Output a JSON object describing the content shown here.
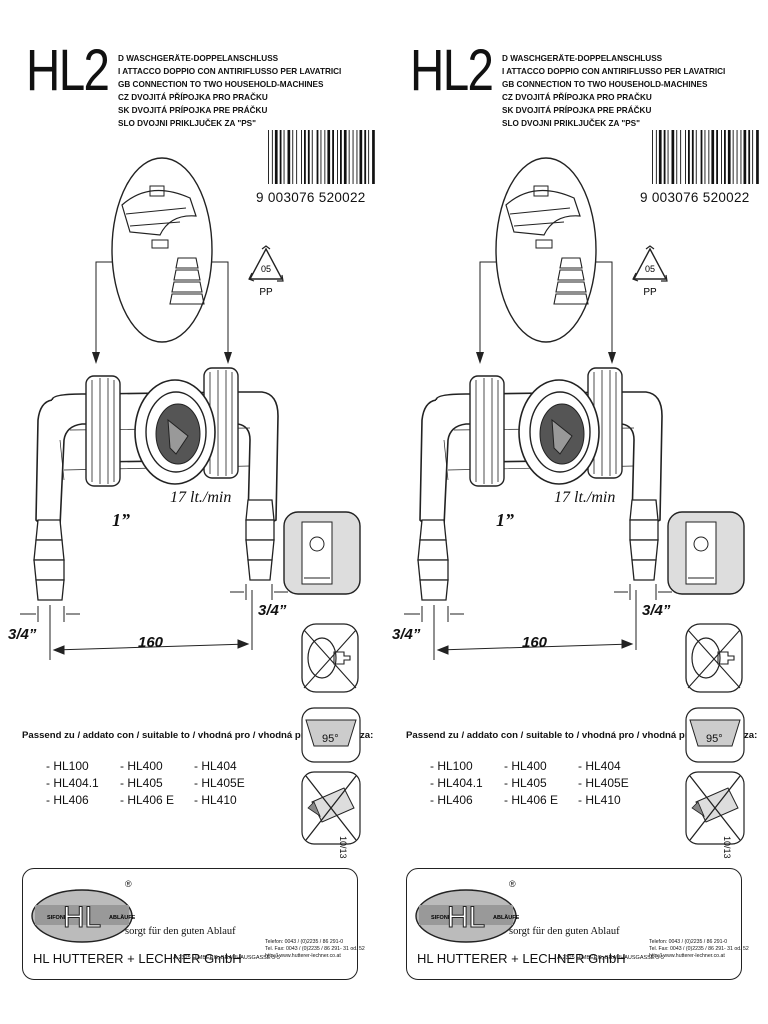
{
  "sheets": [
    {
      "title": "HL2",
      "languages": [
        "D    WASCHGERÄTE-DOPPELANSCHLUSS",
        "I     ATTACCO DOPPIO CON ANTIRIFLUSSO PER LAVATRICI",
        "GB CONNECTION TO TWO HOUSEHOLD-MACHINES",
        "CZ  DVOJITÁ PŘÍPOJKA  PRO PRAČKU",
        "SK  DVOJITÁ PRÍPOJKA PRE PRÁČKU",
        "SLO DVOJNI PRIKLJUČEK ZA \"PS\""
      ],
      "barcode_number": "9  003076  520022",
      "recycle_code": "05",
      "recycle_material": "PP",
      "flow_rate": "17 lt./min",
      "thread_size": "1”",
      "dimension_width": "160",
      "dimension_outlet_left": "3/4”",
      "dimension_outlet_right": "3/4”",
      "angle_label": "95°",
      "fits_heading": "Passend zu / addato con / suitable to / vhodná pro / vhodná pre / ustrezen za:",
      "models": [
        [
          "- HL100",
          "- HL404.1",
          "- HL406"
        ],
        [
          "- HL400",
          "- HL405",
          "- HL406 E"
        ],
        [
          "- HL404",
          "- HL405E",
          "- HL410"
        ]
      ],
      "date_code": "10/13",
      "logo_left": "SIFONE",
      "logo_mid": "HL",
      "logo_right": "ABLÄUFE",
      "registered": "®",
      "slogan": "sorgt für den guten Ablauf",
      "company": "HL HUTTERER + LECHNER GmbH",
      "address": "A-2325 HIMBERG, BRAUHAUSGASSE 3-5",
      "contact": [
        "Telefon:     0043 / (0)2235 / 86 291-0",
        "Tel. Fax:    0043 / (0)2235 / 86 291- 31 od. 52",
        "http:// www.hutterer-lechner.co.at"
      ]
    },
    {
      "title": "HL2",
      "languages": [
        "D    WASCHGERÄTE-DOPPELANSCHLUSS",
        "I     ATTACCO DOPPIO CON ANTIRIFLUSSO PER LAVATRICI",
        "GB CONNECTION TO TWO HOUSEHOLD-MACHINES",
        "CZ  DVOJITÁ PŘÍPOJKA  PRO PRAČKU",
        "SK  DVOJITÁ PRÍPOJKA PRE PRÁČKU",
        "SLO DVOJNI PRIKLJUČEK ZA \"PS\""
      ],
      "barcode_number": "9  003076  520022",
      "recycle_code": "05",
      "recycle_material": "PP",
      "flow_rate": "17 lt./min",
      "thread_size": "1”",
      "dimension_width": "160",
      "dimension_outlet_left": "3/4”",
      "dimension_outlet_right": "3/4”",
      "angle_label": "95°",
      "fits_heading": "Passend zu / addato con / suitable to / vhodná pro / vhodná pre / ustrezen za:",
      "models": [
        [
          "- HL100",
          "- HL404.1",
          "- HL406"
        ],
        [
          "- HL400",
          "- HL405",
          "- HL406 E"
        ],
        [
          "- HL404",
          "- HL405E",
          "- HL410"
        ]
      ],
      "date_code": "10/13",
      "logo_left": "SIFONE",
      "logo_mid": "HL",
      "logo_right": "ABLÄUFE",
      "registered": "®",
      "slogan": "sorgt für den guten Ablauf",
      "company": "HL HUTTERER + LECHNER GmbH",
      "address": "A-2325 HIMBERG, BRAUHAUSGASSE 3-5",
      "contact": [
        "Telefon:     0043 / (0)2235 / 86 291-0",
        "Tel. Fax:    0043 / (0)2235 / 86 291- 31 od. 52",
        "http:// www.hutterer-lechner.co.at"
      ]
    }
  ]
}
